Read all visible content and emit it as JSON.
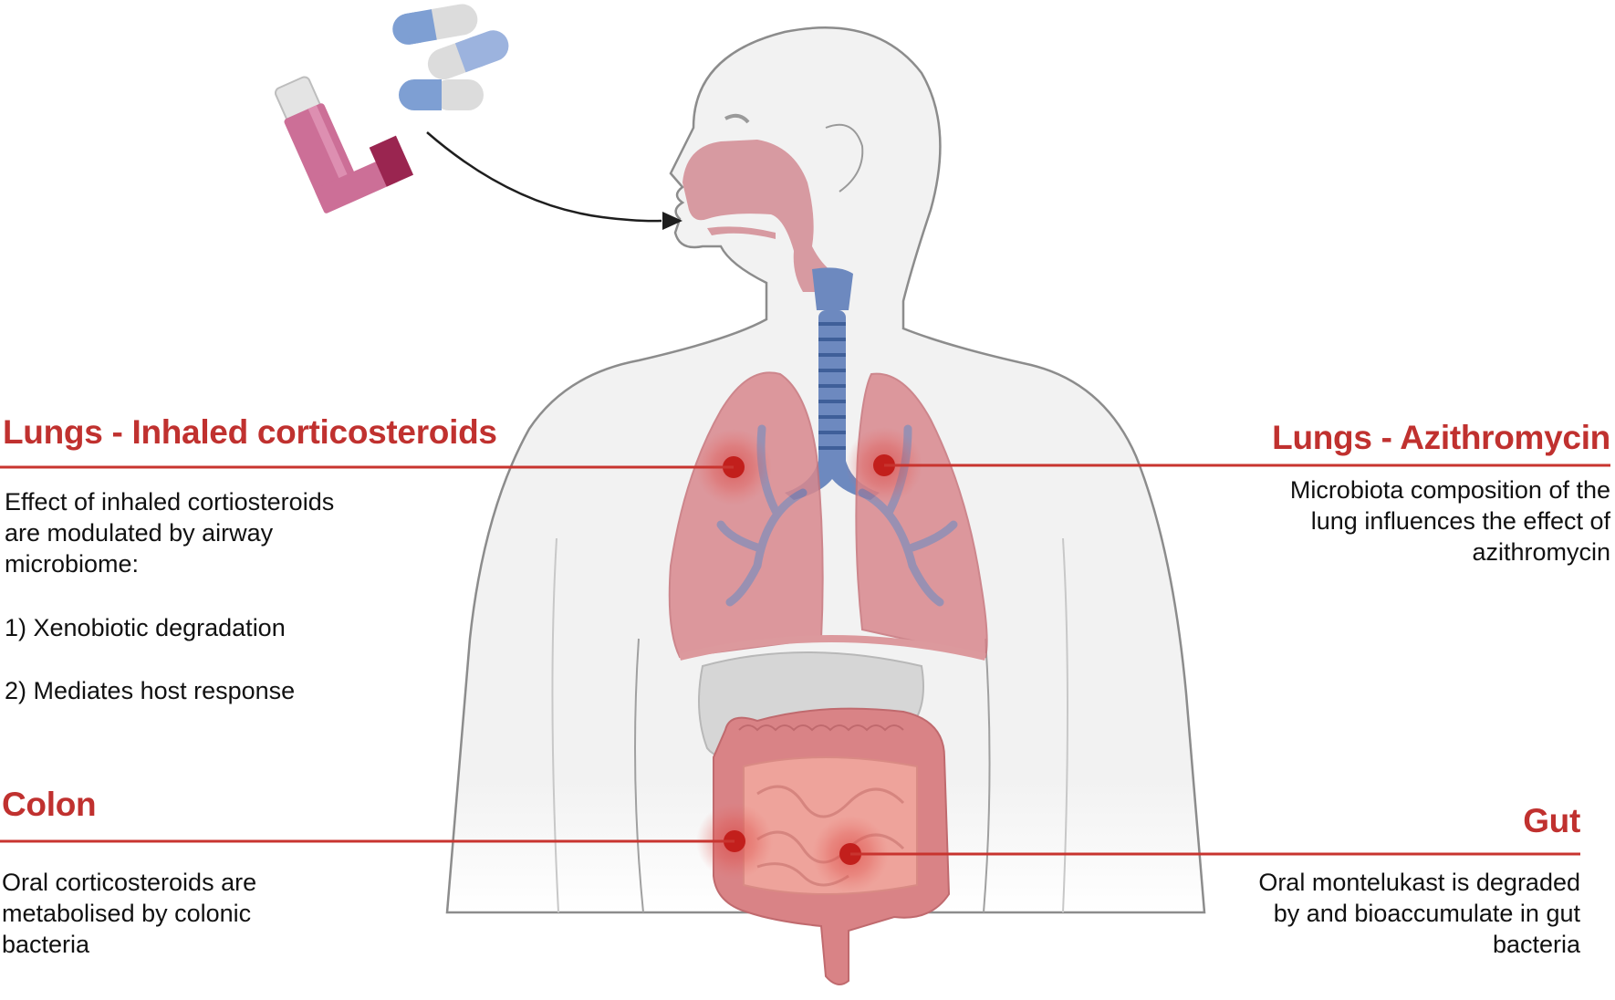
{
  "figure": {
    "colors": {
      "accent_red": "#c0312f",
      "marker_red": "#c21f1c",
      "body_fill": "#f2f2f2",
      "body_outline": "#8a8a8a",
      "airway_blue": "#5b7fb5",
      "lung_pink": "#d98a8f",
      "intestine_pink": "#e79a94",
      "inhaler_pink": "#cc6f97",
      "capsule_blue": "#7e9fd3"
    },
    "icons": [
      "inhaler-icon",
      "capsule-icon",
      "arrow-icon",
      "human-body-icon",
      "lungs-icon",
      "trachea-icon",
      "intestines-icon",
      "target-marker-icon"
    ]
  },
  "annotations": {
    "lungs_ics": {
      "title": "Lungs - Inhaled corticosteroids",
      "description": "Effect of inhaled cortiosteroids\nare modulated by airway\nmicrobiome:",
      "points": [
        "1) Xenobiotic degradation",
        "2) Mediates host response"
      ]
    },
    "lungs_azithro": {
      "title": "Lungs - Azithromycin",
      "description": "Microbiota composition of the\nlung influences the effect of\nazithromycin"
    },
    "colon": {
      "title": "Colon",
      "description": "Oral corticosteroids are\nmetabolised by colonic\nbacteria"
    },
    "gut": {
      "title": "Gut",
      "description": "Oral montelukast is degraded\nby and bioaccumulate in gut\nbacteria"
    }
  }
}
